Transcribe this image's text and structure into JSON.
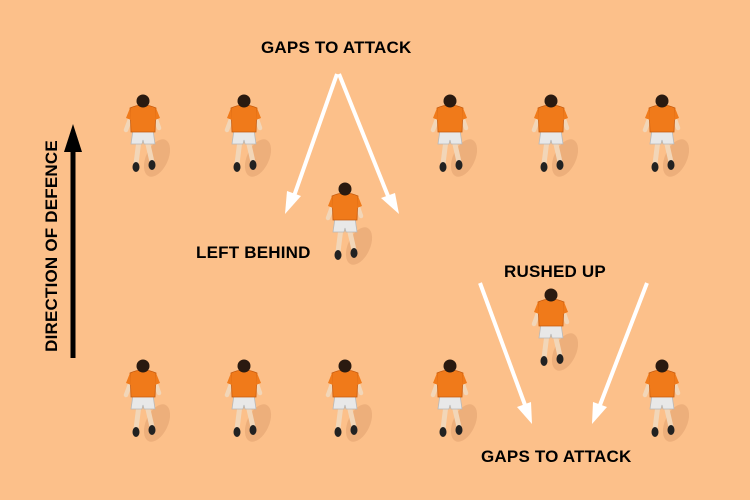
{
  "labels": {
    "gaps_top": "GAPS TO ATTACK",
    "left_behind": "LEFT BEHIND",
    "rushed_up": "RUSHED UP",
    "gaps_bottom": "GAPS TO ATTACK",
    "direction": "DIRECTION OF DEFENCE"
  },
  "colors": {
    "background": "#fcc08a",
    "shirt": "#f07a1a",
    "shorts": "#e8e8e8",
    "arrow": "#ffffff",
    "direction_arrow": "#000000"
  },
  "players": {
    "top_line_count": 6,
    "bottom_line_count": 6,
    "left_behind": 1,
    "rushed_up": 1
  }
}
